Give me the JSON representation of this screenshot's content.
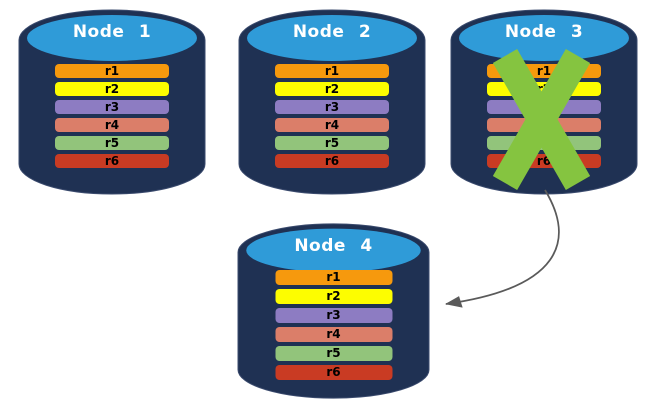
{
  "diagram": {
    "name": "database-replication-failover-diagram",
    "nodes": [
      {
        "label": "Node 1",
        "records": [
          "r1",
          "r2",
          "r3",
          "r4",
          "r5",
          "r6"
        ],
        "failed": false
      },
      {
        "label": "Node 2",
        "records": [
          "r1",
          "r2",
          "r3",
          "r4",
          "r5",
          "r6"
        ],
        "failed": false
      },
      {
        "label": "Node 3",
        "records": [
          "r1",
          "r2",
          "r3",
          "r4",
          "r5",
          "r6"
        ],
        "failed": true
      },
      {
        "label": "Node 4",
        "records": [
          "r1",
          "r2",
          "r3",
          "r4",
          "r5",
          "r6"
        ],
        "failed": false
      }
    ],
    "record_colors": {
      "r1": "#F6990D",
      "r2": "#FDFD00",
      "r3": "#8D7CC2",
      "r4": "#DB7E69",
      "r5": "#92C47B",
      "r6": "#C93B23"
    },
    "colors": {
      "navy": "#1F3153",
      "blue": "#2F9BD8",
      "x_green": "#85C440",
      "arrow": "#5A5A5A"
    },
    "arrow": {
      "from": "Node 3",
      "to": "Node 4"
    }
  }
}
